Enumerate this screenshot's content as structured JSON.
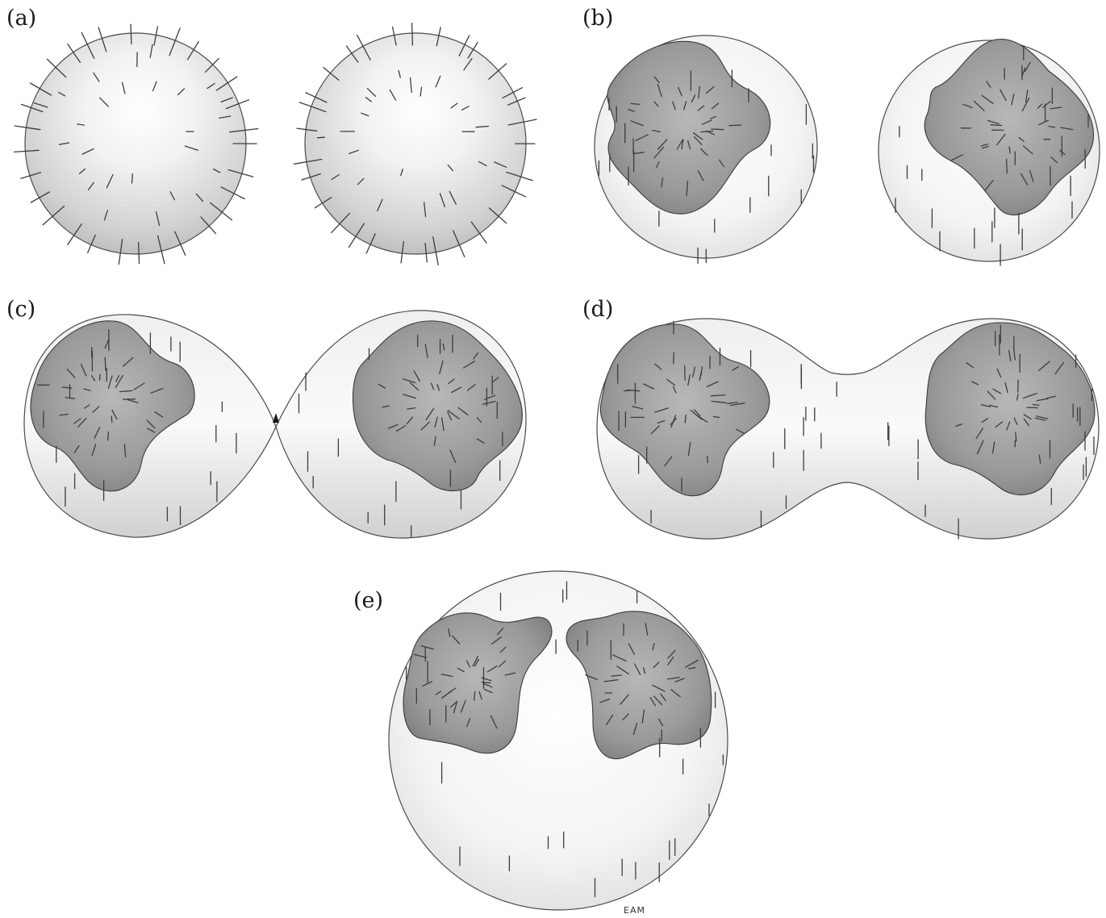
{
  "figure": {
    "panel_labels": [
      "(a)",
      "(b)",
      "(c)",
      "(d)",
      "(e)"
    ],
    "signature": "EAM",
    "colors": {
      "background": "#ffffff",
      "surface_light": "#ffffff",
      "surface_shade": "#bdbdbd",
      "patch_light": "#b5b5b5",
      "patch_dark": "#6f6f6f",
      "line": "#3d3d3d"
    }
  }
}
